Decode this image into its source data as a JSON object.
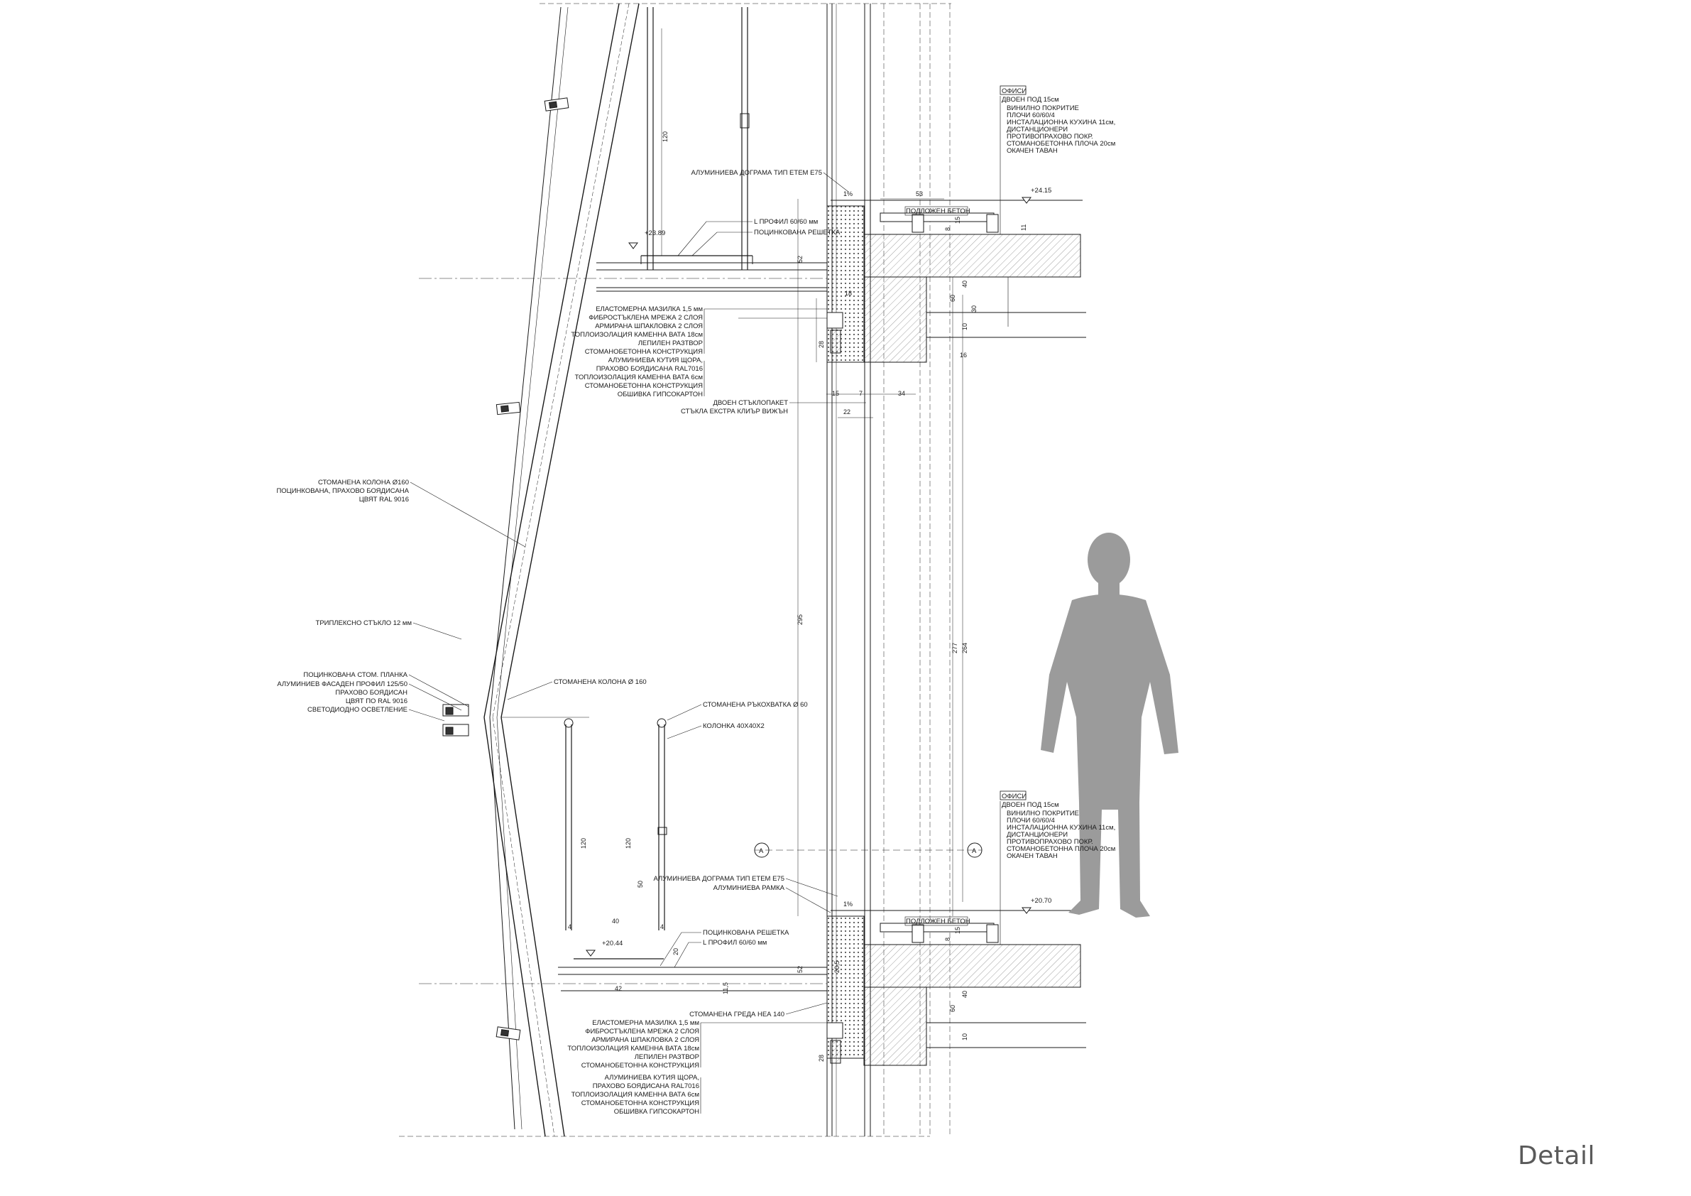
{
  "caption": "Detail",
  "colors": {
    "line": "#1a1a1a",
    "silhouette": "#9b9b9b",
    "hatch": "#777777"
  },
  "levels": {
    "upper_floor": "+24.15",
    "upper_rail": "+23.89",
    "lower_floor": "+20.70",
    "lower_rail": "+20.44"
  },
  "section_marker": "A",
  "floor_build_up": {
    "header": "ОФИСИ",
    "layers": [
      "ДВОЕН ПОД 15см",
      "ВИНИЛНО ПОКРИТИЕ",
      "ПЛОЧИ 60/60/4",
      "ИНСТАЛАЦИОННА КУХИНА 11см,",
      "ДИСТАНЦИОНЕРИ",
      "ПРОТИВОПРАХОВО ПОКР.",
      "СТОМАНОБЕТОННА ПЛОЧА 20см",
      "ОКАЧЕН ТАВАН"
    ]
  },
  "upper_labels": {
    "window_frame": "АЛУМИНИЕВА ДОГРАМА ТИП ЕТЕМ E75",
    "screed": "ПОДЛОЖЕН БЕТОН",
    "l_profile": "L ПРОФИЛ 60/60 мм",
    "grating": "ПОЦИНКОВАНА РЕШЕТКА",
    "glazing_1": "ДВОЕН СТЪКЛОПАКЕТ",
    "glazing_2": "СТЪКЛА ЕКСТРА КЛИЪР ВИЖЪН"
  },
  "wall_layers": [
    "ЕЛАСТОМЕРНА МАЗИЛКА 1,5 мм",
    "ФИБРОСТЪКЛЕНА МРЕЖА 2 СЛОЯ",
    "АРМИРАНА ШПАКЛОВКА 2 СЛОЯ",
    "ТОПЛОИЗОЛАЦИЯ КАМЕННА ВАТА 18см",
    "ЛЕПИЛЕН РАЗТВОР",
    "СТОМАНОБЕТОННА КОНСТРУКЦИЯ"
  ],
  "shutter_layers": [
    "АЛУМИНИЕВА КУТИЯ ЩОРА,",
    "ПРАХОВО БОЯДИСАНА RAL7016",
    "ТОПЛОИЗОЛАЦИЯ КАМЕННА ВАТА 6см",
    "СТОМАНОБЕТОННА КОНСТРУКЦИЯ",
    "ОБШИВКА ГИПСОКАРТОН"
  ],
  "facade_labels": {
    "column_1": "СТОМАНЕНА КОЛОНА Ø160",
    "column_2": "ПОЦИНКОВАНА, ПРАХОВО БОЯДИСАНА",
    "column_3": "ЦВЯТ RAL 9016",
    "triplex": "ТРИПЛЕКСНО СТЪКЛО 12 мм",
    "plate": "ПОЦИНКОВАНА СТОМ. ПЛАНКА",
    "profile_1": "АЛУМИНИЕВ ФАСАДЕН ПРОФИЛ 125/50",
    "profile_2": "ПРАХОВО БОЯДИСАН",
    "profile_3": "ЦВЯТ ПО RAL 9016",
    "led": "СВЕТОДИОДНО ОСВЕТЛЕНИЕ",
    "column_mid": "СТОМАНЕНА КОЛОНА Ø 160",
    "handrail": "СТОМАНЕНА РЪКОХВАТКА Ø 60",
    "post": "КОЛОНКА 40Х40Х2"
  },
  "lower_labels": {
    "window_frame": "АЛУМИНИЕВА ДОГРАМА ТИП ЕТЕМ E75",
    "frame": "АЛУМИНИЕВА РАМКА",
    "screed": "ПОДЛОЖЕН БЕТОН",
    "grating": "ПОЦИНКОВАНА РЕШЕТКА",
    "l_profile": "L ПРОФИЛ 60/60 мм",
    "beam": "СТОМАНЕНА ГРЕДА НЕА 140"
  },
  "dimensions": {
    "rail_height": "120",
    "rail_post_spacing": "50",
    "rail_depth": "40",
    "post_edge": "4",
    "slope": "1%",
    "d53": "53",
    "d15": "15",
    "d7": "7",
    "d34": "34",
    "d22": "22",
    "d28": "28",
    "d52": "52",
    "d60": "60",
    "d40": "40",
    "d30": "30",
    "d10": "10",
    "d16": "16",
    "d8": "8",
    "d11": "11",
    "d18": "18",
    "d295": "295",
    "d277": "277",
    "d264": "264",
    "d115": "11,5",
    "d205": "20,5",
    "d20": "20",
    "d42": "42"
  }
}
